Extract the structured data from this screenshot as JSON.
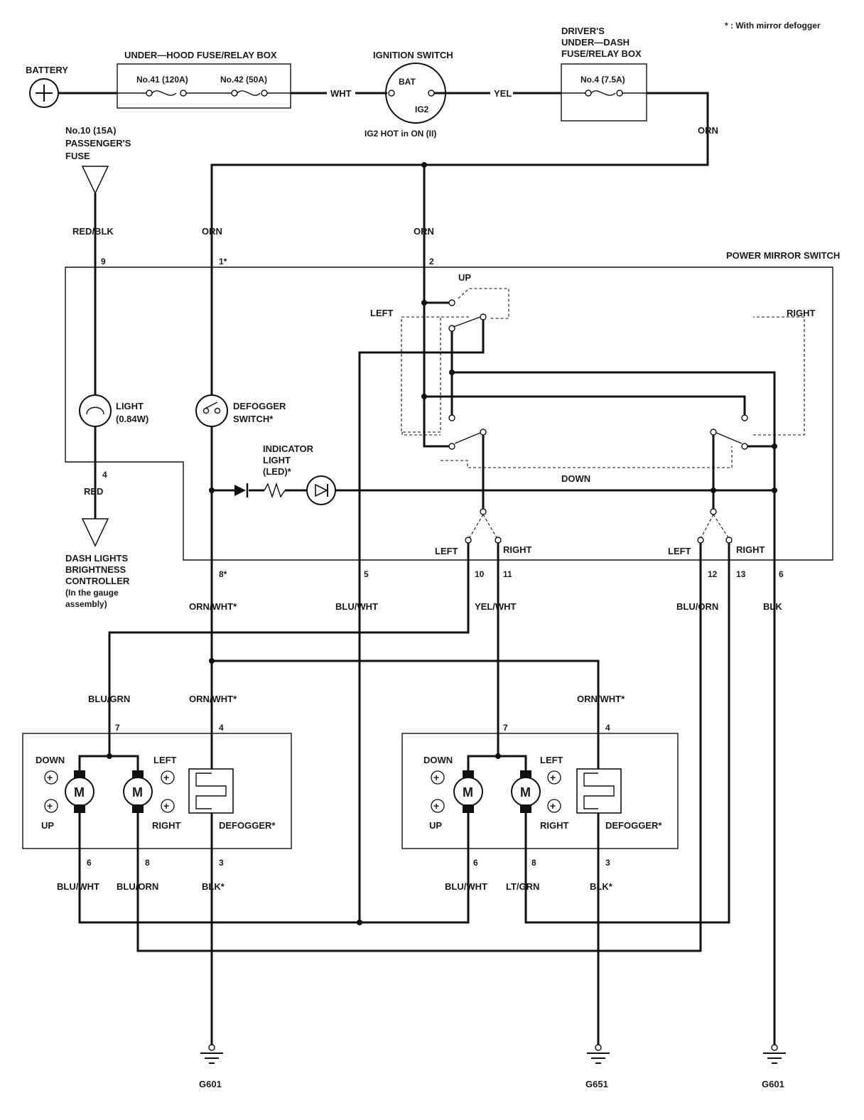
{
  "note": "* : With mirror defogger",
  "battery": {
    "label": "BATTERY"
  },
  "under_hood_box": {
    "title": "UNDER—HOOD FUSE/RELAY BOX",
    "fuse_41": "No.41 (120A)",
    "fuse_42": "No.42 (50A)"
  },
  "ignition": {
    "title": "IGNITION SWITCH",
    "bat": "BAT",
    "ig2": "IG2",
    "caption": "IG2 HOT in ON (II)"
  },
  "under_dash_box": {
    "title_l1": "DRIVER'S",
    "title_l2": "UNDER—DASH",
    "title_l3": "FUSE/RELAY BOX",
    "fuse_4": "No.4 (7.5A)"
  },
  "passenger_fuse": {
    "l1": "No.10 (15A)",
    "l2": "PASSENGER'S",
    "l3": "FUSE"
  },
  "mirror_switch": {
    "title": "POWER MIRROR SWITCH",
    "up": "UP",
    "down": "DOWN",
    "left": "LEFT",
    "right": "RIGHT",
    "light_l1": "LIGHT",
    "light_l2": "(0.84W)",
    "defog_l1": "DEFOGGER",
    "defog_l2": "SWITCH*",
    "ind_l1": "INDICATOR",
    "ind_l2": "LIGHT",
    "ind_l3": "(LED)*",
    "sel_left": "LEFT",
    "sel_right": "RIGHT"
  },
  "dash_ctrl": {
    "l1": "DASH LIGHTS",
    "l2": "BRIGHTNESS",
    "l3": "CONTROLLER",
    "l4": "(In the gauge",
    "l5": "assembly)"
  },
  "wires": {
    "wht": "WHT",
    "yel": "YEL",
    "orn": "ORN",
    "red_blk": "RED/BLK",
    "red": "RED",
    "orn_wht": "ORN/WHT*",
    "blu_wht": "BLU/WHT",
    "yel_wht": "YEL/WHT",
    "blu_orn": "BLU/ORN",
    "blk": "BLK",
    "blu_grn": "BLU/GRN",
    "blk_star": "BLK*",
    "lt_grn": "LT/GRN"
  },
  "pins": {
    "p9": "9",
    "p1": "1*",
    "p2": "2",
    "p4": "4",
    "p8": "8*",
    "p5": "5",
    "p10": "10",
    "p11": "11",
    "p12": "12",
    "p13": "13",
    "p6": "6",
    "m7": "7",
    "m4": "4",
    "m6": "6",
    "m8": "8",
    "m3": "3"
  },
  "mirror": {
    "down": "DOWN",
    "up": "UP",
    "left": "LEFT",
    "right": "RIGHT",
    "defogger": "DEFOGGER*",
    "motor": "M",
    "plus": "+"
  },
  "grounds": {
    "g601": "G601",
    "g651": "G651"
  }
}
